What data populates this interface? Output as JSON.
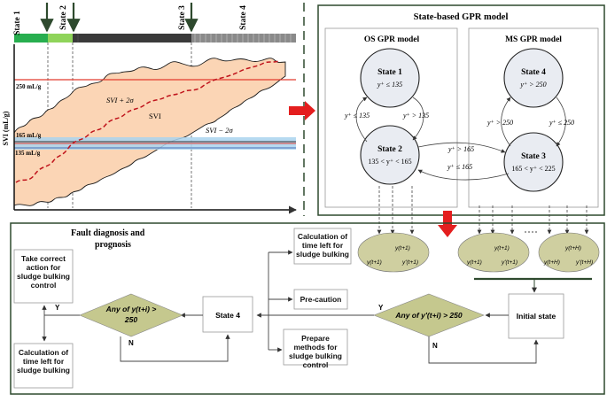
{
  "chart": {
    "state_labels": [
      "State 1",
      "State 2",
      "State 3",
      "State 4"
    ],
    "y_axis_label": "SVI (mL/g)",
    "thresholds": {
      "t250": "250 mL/g",
      "t165": "165 mL/g",
      "t135": "135 mL/g"
    },
    "curve_labels": {
      "upper": "SVI + 2σ",
      "mid": "SVI",
      "lower": "SVI − 2σ"
    },
    "colors": {
      "state1": "#27ae4f",
      "state2": "#8fd45a",
      "state3": "#3a3a3a",
      "state4": "#8a8a8a",
      "band": "#fbd5b5",
      "threshold250": "#e23b2e",
      "blueband": "#a9d3ee"
    }
  },
  "gpr": {
    "title": "State-based GPR model",
    "os_title": "OS GPR model",
    "ms_title": "MS GPR model",
    "states": {
      "s1": {
        "name": "State 1",
        "cond": "y⁺ ≤ 135"
      },
      "s2": {
        "name": "State 2",
        "cond": "135 < y⁺ < 165"
      },
      "s3": {
        "name": "State 3",
        "cond": "165 < y⁺ < 225"
      },
      "s4": {
        "name": "State 4",
        "cond": "y⁺ > 250"
      }
    },
    "transitions": {
      "s2_to_s1": "y⁺ ≤ 135",
      "s1_to_s2": "y⁺ > 135",
      "s2_to_s3": "y⁺ > 165",
      "s3_to_s2": "y⁺ ≤ 165",
      "s3_to_s4": "y⁺ > 250",
      "s4_to_s3": "y⁺ ≤ 250"
    },
    "outputs": {
      "o1_top": "y(t+1)",
      "o1_left": "y(t+1)",
      "o1_right": "y'(t+1)",
      "o2_top": "y(t+1)",
      "o2_left": "y(t+1)",
      "o2_right": "y'(t+1)",
      "o3_top": "y(t+H)",
      "o3_left": "y(t+H)",
      "o3_right": "y'(t+H)"
    }
  },
  "fault": {
    "title_line1": "Fault diagnosis and",
    "title_line2": "prognosis",
    "initial_state": "Initial state",
    "decision_right": "Any of y'(t+i) > 250",
    "decision_left_line1": "Any of y(t+i) >",
    "decision_left_line2": "250",
    "state4": "State 4",
    "yes": "Y",
    "no": "N",
    "calc_top": "Calculation of time left for sludge bulking",
    "pre_caution": "Pre-caution",
    "prepare": "Prepare methods for sludge bulking control",
    "take_action": "Take correct action for sludge bulking control",
    "calc_left": "Calculation of time left for sludge bulking"
  }
}
